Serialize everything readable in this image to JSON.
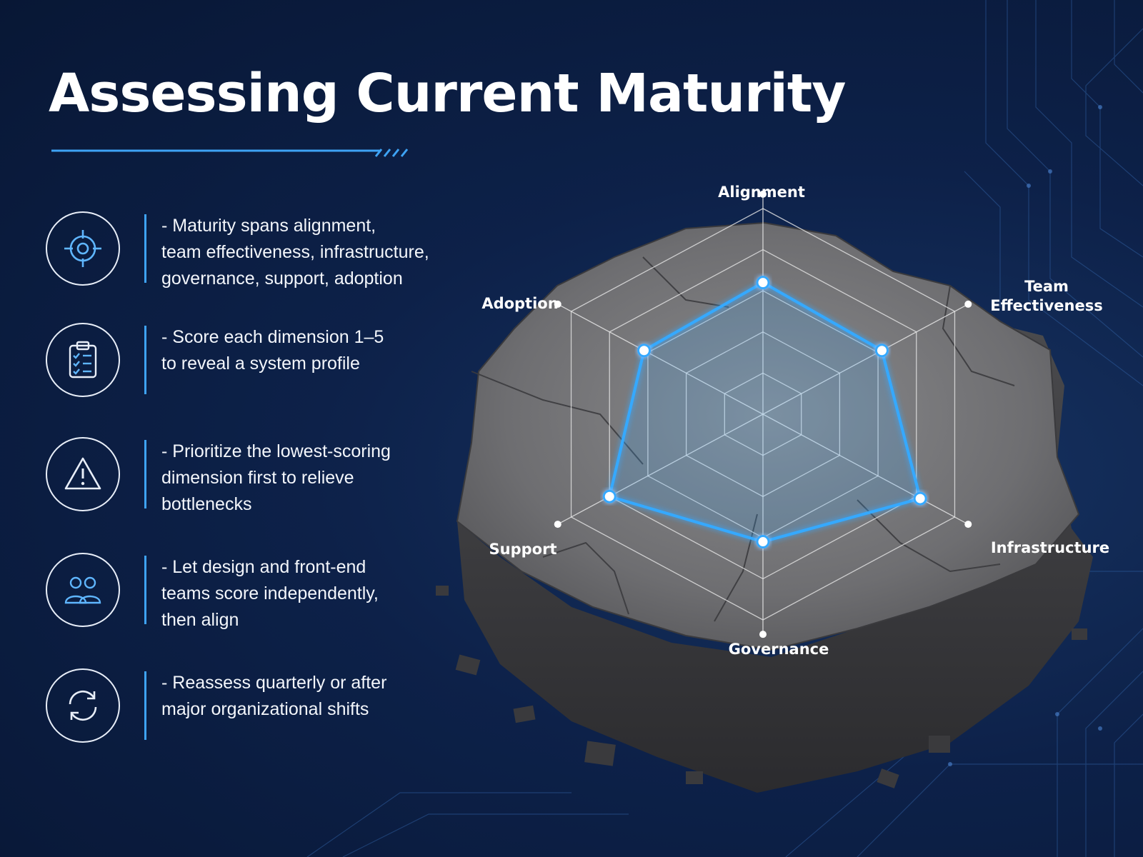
{
  "title": "Assessing Current Maturity",
  "accent_color": "#3ea3f5",
  "bullets": [
    {
      "icon": "target-icon",
      "text": "- Maturity spans alignment,\n  team effectiveness, infrastructure,\n  governance, support, adoption"
    },
    {
      "icon": "clipboard-checklist-icon",
      "text": "- Score each dimension 1–5\n  to reveal a system profile"
    },
    {
      "icon": "warning-icon",
      "text": "- Prioritize the lowest-scoring\n  dimension first to relieve\n  bottlenecks"
    },
    {
      "icon": "people-icon",
      "text": "- Let design and front-end\n  teams score independently,\n  then align"
    },
    {
      "icon": "refresh-icon",
      "text": "- Reassess quarterly or after\n  major organizational shifts"
    }
  ],
  "chart_data": {
    "type": "radar",
    "axes": [
      "Alignment",
      "Team Effectiveness",
      "Infrastructure",
      "Governance",
      "Support",
      "Adoption"
    ],
    "axis_label_lines": [
      [
        "Alignment"
      ],
      [
        "Team",
        "Effectiveness"
      ],
      [
        "Infrastructure"
      ],
      [
        "Governance"
      ],
      [
        "Support"
      ],
      [
        "Adoption"
      ]
    ],
    "scale": [
      0,
      5
    ],
    "rings": 5,
    "series": [
      {
        "values": [
          3.2,
          3.1,
          4.1,
          3.1,
          4.0,
          3.1
        ],
        "color": "#36a9ff"
      }
    ],
    "grid": true
  }
}
